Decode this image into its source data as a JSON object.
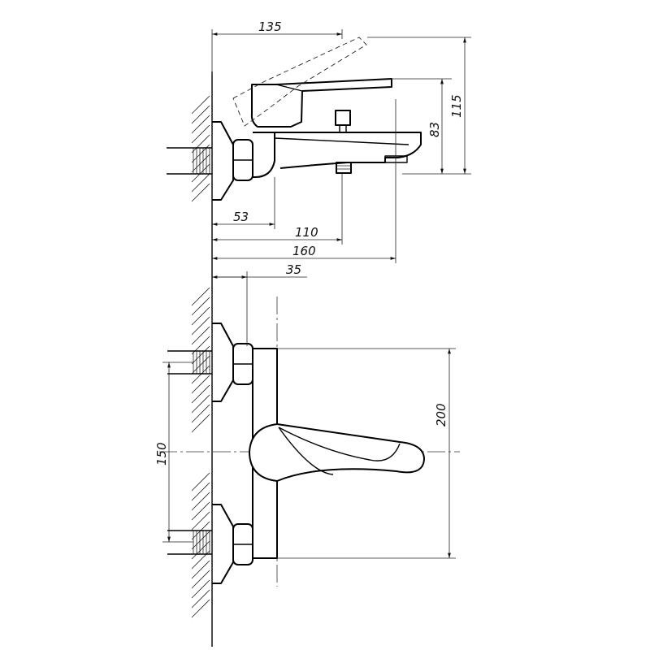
{
  "dimensions": {
    "overall_reach": "135",
    "total_height": "115",
    "spout_height": "83",
    "wall_to_body": "53",
    "wall_to_diverter": "110",
    "wall_to_spout": "160",
    "body_depth": "35",
    "body_height": "200",
    "inlet_spacing": "150"
  }
}
